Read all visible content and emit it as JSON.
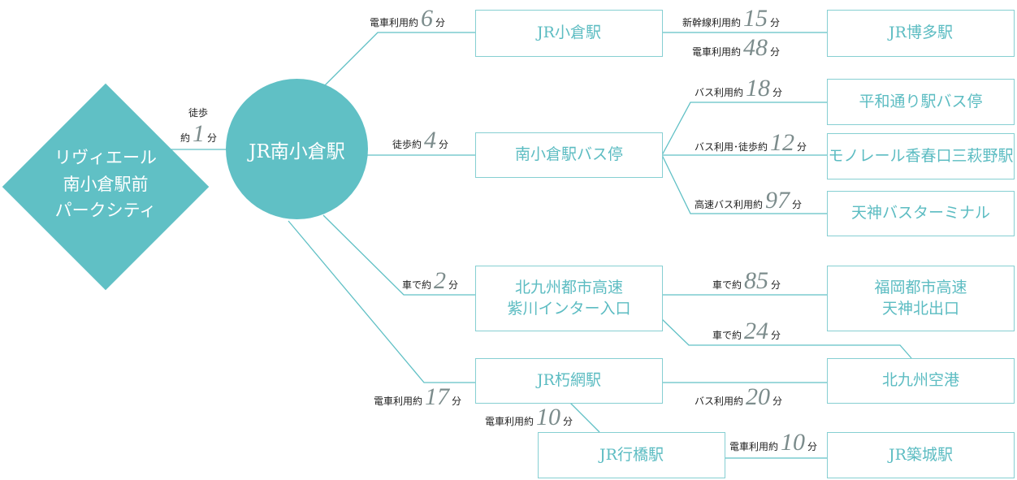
{
  "origin": {
    "name": "リヴィエール\n南小倉駅前\nパークシティ"
  },
  "hub": {
    "name": "JR南小倉駅"
  },
  "colors": {
    "accent": "#60c0c5",
    "box_border": "#86cfd2",
    "number": "#7c8c8c"
  },
  "stations": {
    "kokura": "JR小倉駅",
    "hakata": "JR博多駅",
    "bus_stop": "南小倉駅バス停",
    "heiwa": "平和通り駅バス停",
    "monorail": "モノレール香春口三萩野駅",
    "tenjin_bus": "天神バスターミナル",
    "expressway": "北九州都市高速\n紫川インター入口",
    "fukuoka_exp": "福岡都市高速\n天神北出口",
    "airport": "北九州空港",
    "kusami": "JR朽網駅",
    "yukuhashi": "JR行橋駅",
    "tsuiki": "JR築城駅"
  },
  "routes": {
    "walk1": {
      "pre": "徒歩",
      "pre2": "約",
      "num": "1",
      "unit": "分"
    },
    "train6": {
      "pre": "電車利用約",
      "num": "6",
      "unit": "分"
    },
    "shinkansen15": {
      "pre": "新幹線利用約",
      "num": "15",
      "unit": "分"
    },
    "train48": {
      "pre": "電車利用約",
      "num": "48",
      "unit": "分"
    },
    "walk4": {
      "pre": "徒歩約",
      "num": "4",
      "unit": "分"
    },
    "bus18": {
      "pre": "バス利用約",
      "num": "18",
      "unit": "分"
    },
    "buswalk12": {
      "pre": "バス利用･徒歩約",
      "num": "12",
      "unit": "分"
    },
    "hbus97": {
      "pre": "高速バス利用約",
      "num": "97",
      "unit": "分"
    },
    "car2": {
      "pre": "車で約",
      "num": "2",
      "unit": "分"
    },
    "car85": {
      "pre": "車で約",
      "num": "85",
      "unit": "分"
    },
    "car24": {
      "pre": "車で約",
      "num": "24",
      "unit": "分"
    },
    "train17": {
      "pre": "電車利用約",
      "num": "17",
      "unit": "分"
    },
    "bus20": {
      "pre": "バス利用約",
      "num": "20",
      "unit": "分"
    },
    "train10a": {
      "pre": "電車利用約",
      "num": "10",
      "unit": "分"
    },
    "train10b": {
      "pre": "電車利用約",
      "num": "10",
      "unit": "分"
    }
  }
}
